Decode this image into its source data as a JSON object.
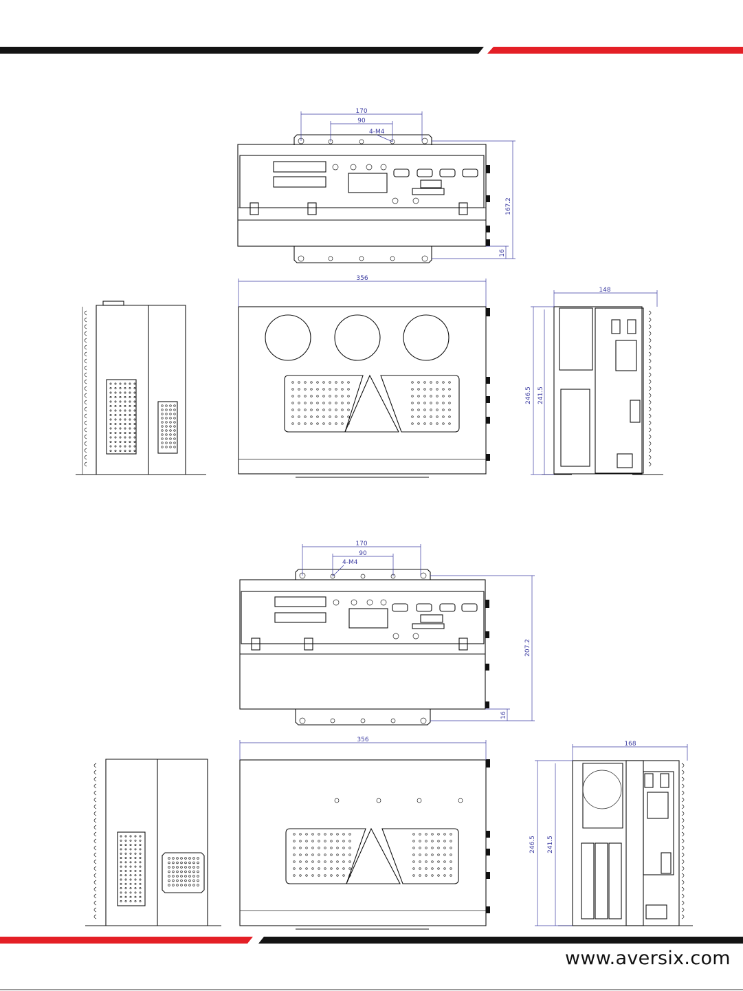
{
  "brand": {
    "url": "www.aversix.com",
    "red": "#e41f26",
    "dark": "#141414"
  },
  "drawing1": {
    "front": {
      "w_outer": "170",
      "w_inner": "90",
      "screws": "4-M4",
      "height": "167.2",
      "foot": "16"
    },
    "rear": {
      "width": "356"
    },
    "side": {
      "depth": "148",
      "h_outer": "246.5",
      "h_inner": "241.5"
    }
  },
  "drawing2": {
    "front": {
      "w_outer": "170",
      "w_inner": "90",
      "screws": "4-M4",
      "height": "207.2",
      "foot": "16"
    },
    "rear": {
      "width": "356"
    },
    "side": {
      "depth": "168",
      "h_outer": "246.5",
      "h_inner": "241.5"
    }
  }
}
